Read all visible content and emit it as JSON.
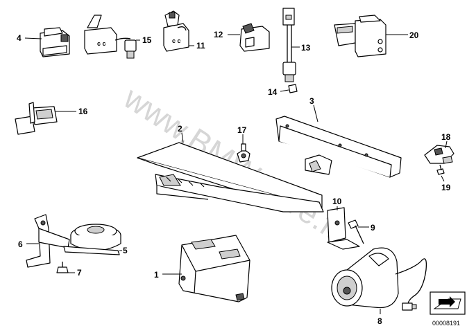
{
  "watermark": "www.BMWstore.fr",
  "reference_code": "00008191",
  "callouts": {
    "c1": "1",
    "c2": "2",
    "c3": "3",
    "c4": "4",
    "c5": "5",
    "c6": "6",
    "c7": "7",
    "c8": "8",
    "c9": "9",
    "c10": "10",
    "c11": "11",
    "c12": "12",
    "c13": "13",
    "c14": "14",
    "c15": "15",
    "c16": "16",
    "c17": "17",
    "c18": "18",
    "c19": "19",
    "c20": "20"
  },
  "icons": {
    "corner": "arrow-badge-icon"
  }
}
